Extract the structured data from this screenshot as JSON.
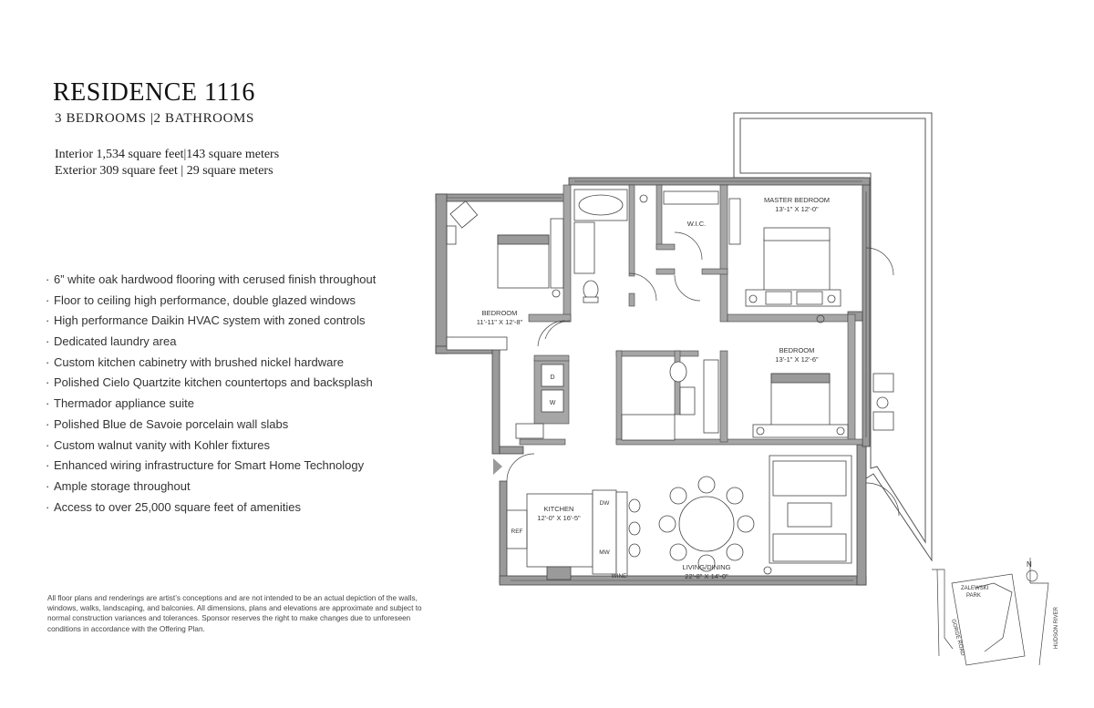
{
  "header": {
    "title": "RESIDENCE 1116",
    "subtitle": "3 BEDROOMS |2 BATHROOMS",
    "interior": "Interior 1,534 square feet|143 square meters",
    "exterior": "Exterior 309 square feet | 29 square meters"
  },
  "features": [
    "6” white oak hardwood flooring with cerused finish throughout",
    "Floor to ceiling high performance, double glazed windows",
    "High performance Daikin HVAC system with zoned controls",
    "Dedicated laundry area",
    "Custom kitchen cabinetry with brushed nickel hardware",
    "Polished Cielo Quartzite kitchen countertops and backsplash",
    "Thermador appliance suite",
    "Polished Blue de Savoie porcelain wall slabs",
    "Custom walnut vanity with Kohler fixtures",
    "Enhanced wiring infrastructure for Smart Home Technology",
    "Ample storage throughout",
    "Access to over 25,000 square feet of amenities"
  ],
  "bullet": "·",
  "disclaimer": "All floor plans and renderings are artist’s conceptions and are not intended to be an actual depiction of the walls, windows, walks, landscaping, and balconies. All dimensions, plans and elevations are approximate and subject to normal construction variances and tolerances. Sponsor reserves the right to make changes due to unforeseen conditions in accordance with the Offering Plan.",
  "rooms": {
    "master_name": "MASTER BEDROOM",
    "master_dim": "13'-1\" X 12'-0\"",
    "wic": "W.I.C.",
    "bedroom1_name": "BEDROOM",
    "bedroom1_dim": "11'-11\" X 12'-8\"",
    "bedroom2_name": "BEDROOM",
    "bedroom2_dim": "13'-1\" X 12'-6\"",
    "kitchen_name": "KITCHEN",
    "kitchen_dim": "12'-0\" X 16'-5\"",
    "living_name": "LIVING/DINING",
    "living_dim": "22'-8\" X 14'-0\""
  },
  "appliances": {
    "dryer": "D",
    "washer": "W",
    "ref": "REF",
    "dw": "DW",
    "mw": "MW",
    "wine": "WINE"
  },
  "keymap": {
    "north": "N",
    "park": "ZALEWSKI PARK",
    "park_line1": "ZALEWSKI",
    "park_line2": "PARK",
    "road": "GORGE ROAD",
    "river": "HUDSON RIVER"
  },
  "colors": {
    "wall": "#9a9a9a",
    "line": "#444444",
    "text": "#222222"
  }
}
